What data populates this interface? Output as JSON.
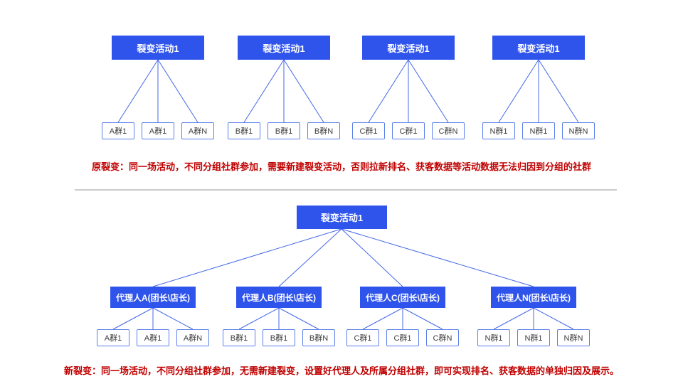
{
  "colors": {
    "node-fill": "#2f54eb",
    "node-text": "#ffffff",
    "leaf-border": "#5b7fe8",
    "leaf-text": "#3d3d3d",
    "connector": "#4468e8",
    "caption": "#c00000",
    "divider": "#cccccc"
  },
  "top": {
    "groups": [
      {
        "title": "裂变活动1",
        "children": [
          "A群1",
          "A群1",
          "A群N"
        ]
      },
      {
        "title": "裂变活动1",
        "children": [
          "B群1",
          "B群1",
          "B群N"
        ]
      },
      {
        "title": "裂变活动1",
        "children": [
          "C群1",
          "C群1",
          "C群N"
        ]
      },
      {
        "title": "裂变活动1",
        "children": [
          "N群1",
          "N群1",
          "N群N"
        ]
      }
    ],
    "caption": "原裂变：同一场活动，不同分组社群参加，需要新建裂变活动，否则拉新排名、获客数据等活动数据无法归因到分组的社群"
  },
  "bottom": {
    "root": "裂变活动1",
    "agents": [
      {
        "title": "代理人A(团长\\店长)",
        "children": [
          "A群1",
          "A群1",
          "A群N"
        ]
      },
      {
        "title": "代理人B(团长\\店长)",
        "children": [
          "B群1",
          "B群1",
          "B群N"
        ]
      },
      {
        "title": "代理人C(团长\\店长)",
        "children": [
          "C群1",
          "C群1",
          "C群N"
        ]
      },
      {
        "title": "代理人N(团长\\店长)",
        "children": [
          "N群1",
          "N群1",
          "N群N"
        ]
      }
    ],
    "caption": "新裂变：同一场活动，不同分组社群参加，无需新建裂变，设置好代理人及所属分组社群，即可实现排名、获客数据的单独归因及展示。"
  }
}
